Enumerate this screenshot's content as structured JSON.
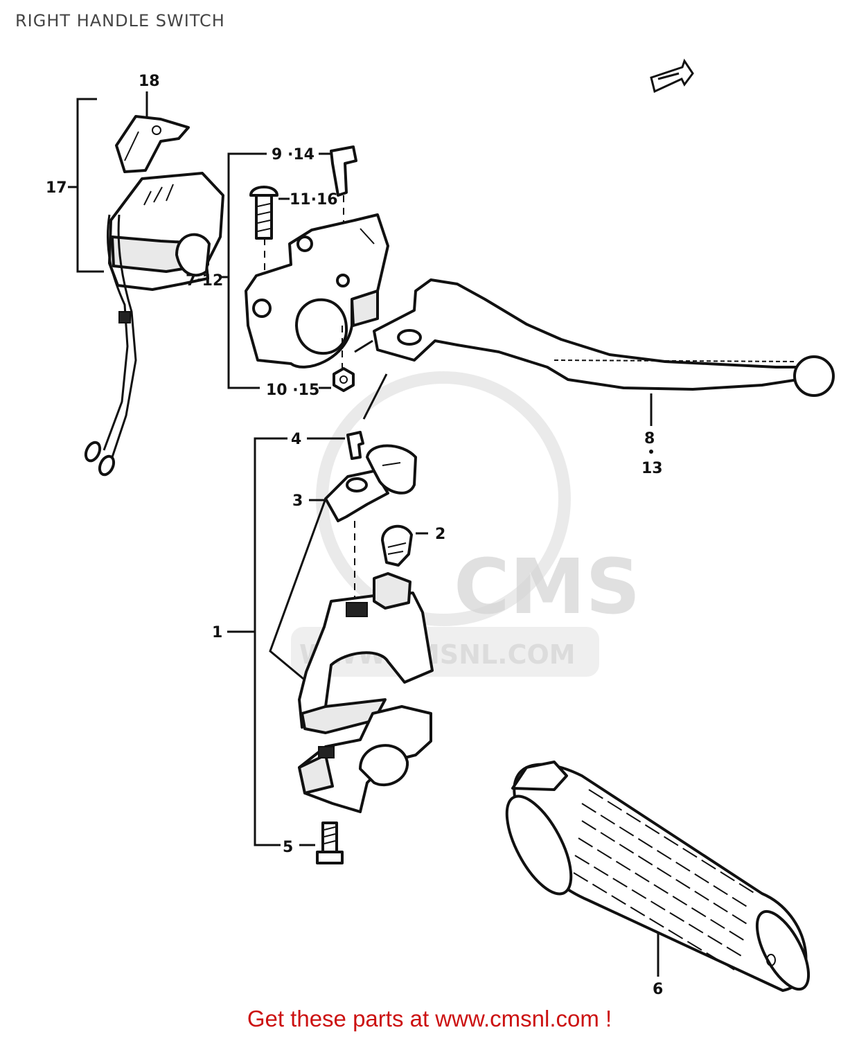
{
  "title": "RIGHT HANDLE SWITCH",
  "footer_link": "Get these parts at www.cmsnl.com !",
  "watermark": {
    "brand": "CMS",
    "url": "WWW.CMSNL.COM"
  },
  "labels": {
    "p18": "18",
    "p17": "17",
    "p9_14": "9 ·14",
    "p11_16": "11·16",
    "p7_12": "7·12",
    "p10_15": "10 ·15",
    "p8": "8",
    "p13": "13",
    "p4": "4",
    "p3": "3",
    "p2": "2",
    "p1": "1",
    "p5": "5",
    "p6": "6"
  },
  "colors": {
    "footer": "#cc1111",
    "ink": "#111111"
  }
}
